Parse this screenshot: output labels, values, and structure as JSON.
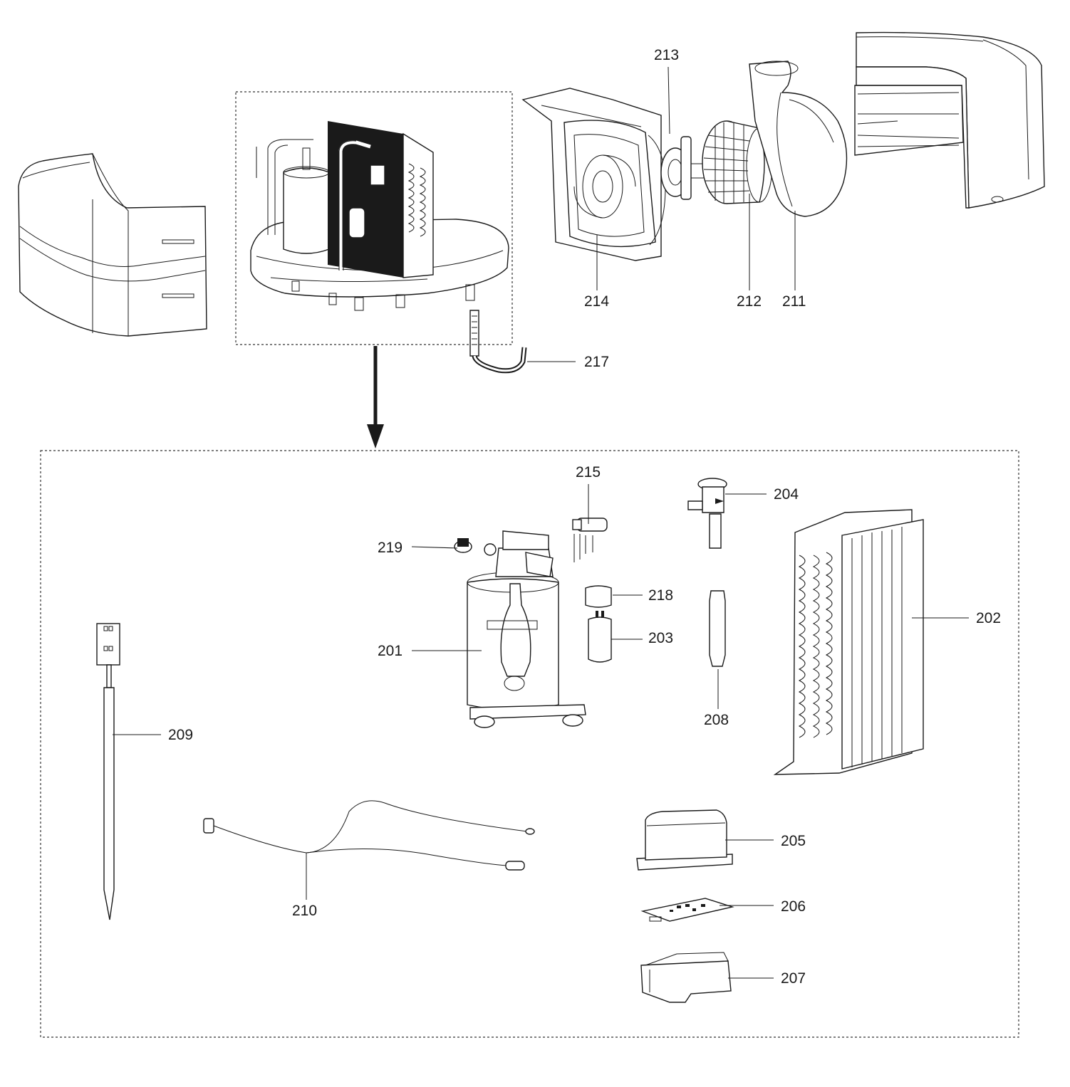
{
  "callouts": [
    {
      "id": "p213",
      "label": "213"
    },
    {
      "id": "p214",
      "label": "214"
    },
    {
      "id": "p212",
      "label": "212"
    },
    {
      "id": "p211",
      "label": "211"
    },
    {
      "id": "p217",
      "label": "217"
    },
    {
      "id": "p215",
      "label": "215"
    },
    {
      "id": "p204",
      "label": "204"
    },
    {
      "id": "p219",
      "label": "219"
    },
    {
      "id": "p218",
      "label": "218"
    },
    {
      "id": "p202",
      "label": "202"
    },
    {
      "id": "p201",
      "label": "201"
    },
    {
      "id": "p203",
      "label": "203"
    },
    {
      "id": "p208",
      "label": "208"
    },
    {
      "id": "p209",
      "label": "209"
    },
    {
      "id": "p205",
      "label": "205"
    },
    {
      "id": "p206",
      "label": "206"
    },
    {
      "id": "p210",
      "label": "210"
    },
    {
      "id": "p207",
      "label": "207"
    }
  ]
}
